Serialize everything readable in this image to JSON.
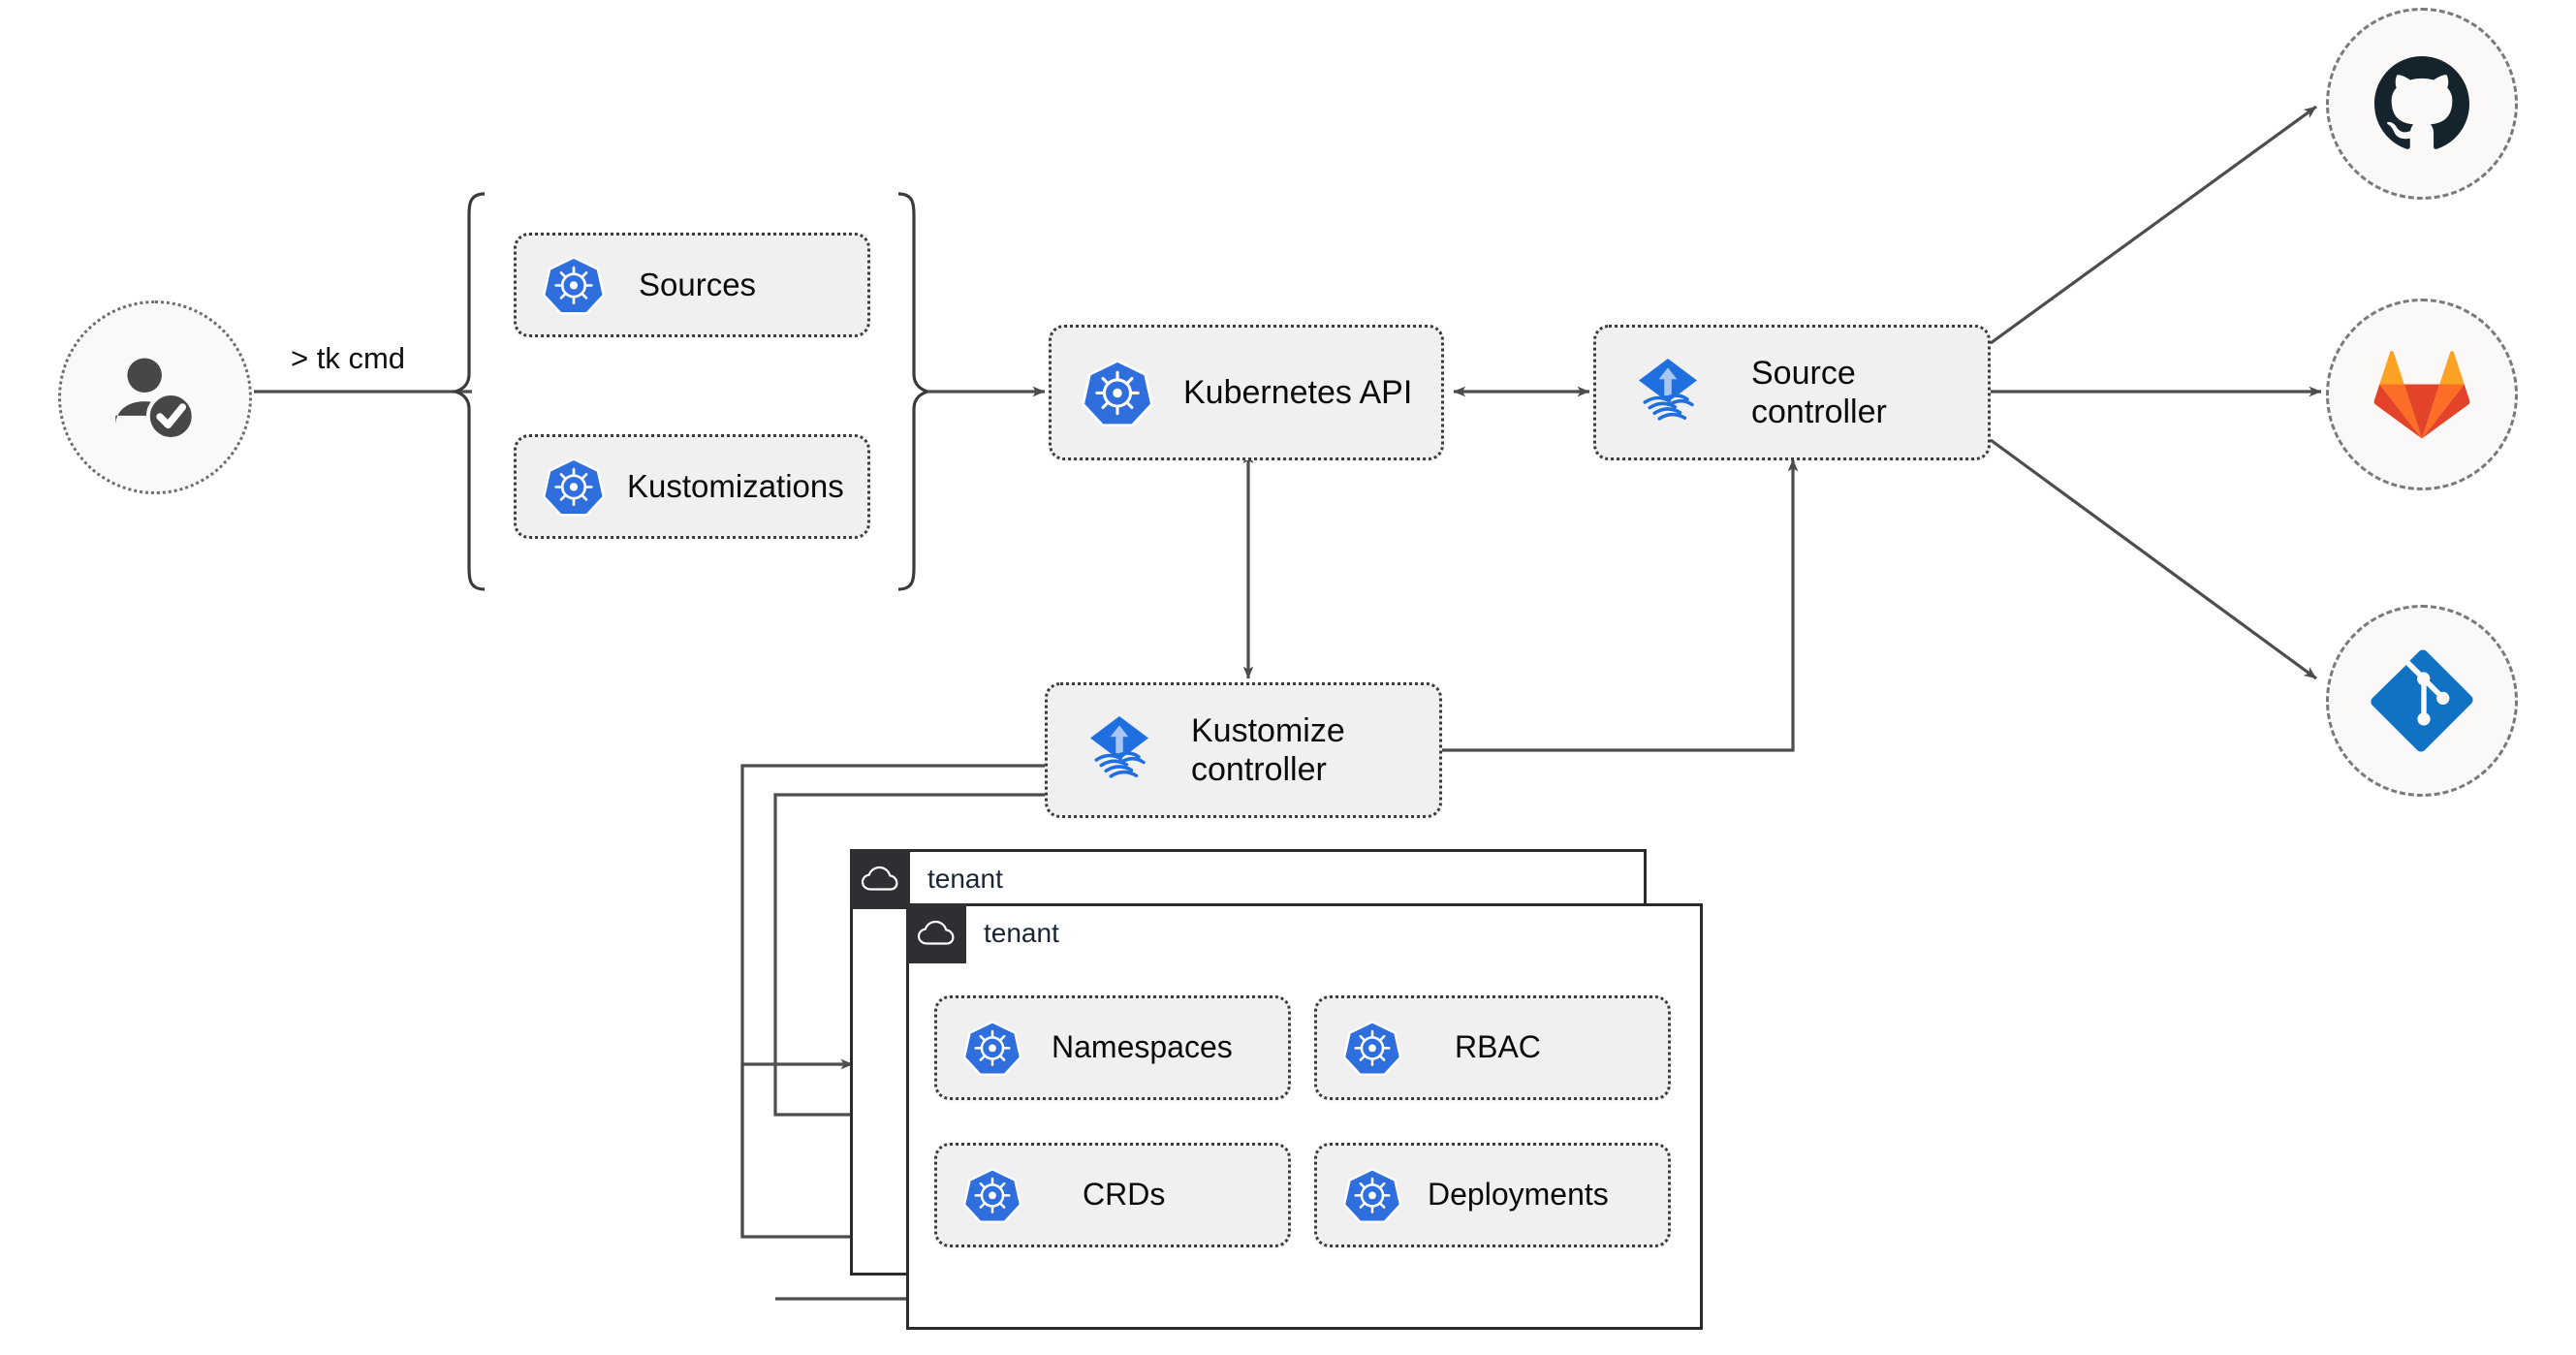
{
  "diagram": {
    "title": "Flux GitOps multi-tenancy architecture",
    "background": "#ffffff",
    "line_color": "#4d4d4d",
    "node_fill": "#f0f0f0",
    "node_border": "#3b3b3b",
    "k8s_blue": "#2f6fdd",
    "flux_blue": "#1f6fe0",
    "flux_arrow": "#a8c6f0",
    "github_dark": "#15232d",
    "gitlab_red": "#e24329",
    "gitlab_orange": "#fc6d26",
    "gitlab_amber": "#fca326",
    "git_blue": "#0f72c4",
    "tenant_header_bg": "#2e2e33"
  },
  "actor": {
    "name": "authenticated-user",
    "icon": "user-check-icon",
    "command_label": "> tk cmd"
  },
  "manifest_group": {
    "brace_left": "{",
    "brace_right": "}",
    "items": [
      {
        "label": "Sources",
        "icon": "kubernetes-icon"
      },
      {
        "label": "Kustomizations",
        "icon": "kubernetes-icon"
      }
    ]
  },
  "cluster": {
    "api": {
      "label": "Kubernetes API",
      "icon": "kubernetes-icon"
    },
    "controllers": [
      {
        "label": "Source\ncontroller",
        "icon": "flux-icon"
      },
      {
        "label": "Kustomize\ncontroller",
        "icon": "flux-icon"
      }
    ]
  },
  "git_providers": [
    {
      "name": "github",
      "icon": "github-icon"
    },
    {
      "name": "gitlab",
      "icon": "gitlab-icon"
    },
    {
      "name": "git",
      "icon": "git-icon"
    }
  ],
  "tenants": [
    {
      "name": "tenant",
      "icon": "cloud-icon",
      "resources": []
    },
    {
      "name": "tenant",
      "icon": "cloud-icon",
      "resources": [
        {
          "label": "Namespaces",
          "icon": "kubernetes-icon"
        },
        {
          "label": "RBAC",
          "icon": "kubernetes-icon"
        },
        {
          "label": "CRDs",
          "icon": "kubernetes-icon"
        },
        {
          "label": "Deployments",
          "icon": "kubernetes-icon"
        }
      ]
    }
  ],
  "connections": [
    {
      "from": "authenticated-user",
      "to": "manifest-group",
      "style": "plain"
    },
    {
      "from": "manifest-group",
      "to": "kubernetes-api",
      "style": "arrow"
    },
    {
      "from": "kubernetes-api",
      "to": "source-controller",
      "style": "double-arrow"
    },
    {
      "from": "kubernetes-api",
      "to": "kustomize-controller",
      "style": "double-arrow"
    },
    {
      "from": "kustomize-controller",
      "to": "source-controller",
      "style": "arrow"
    },
    {
      "from": "source-controller",
      "to": "github",
      "style": "arrow"
    },
    {
      "from": "source-controller",
      "to": "gitlab",
      "style": "arrow"
    },
    {
      "from": "source-controller",
      "to": "git",
      "style": "arrow"
    },
    {
      "from": "kustomize-controller",
      "to": "tenant-1",
      "style": "arrow"
    },
    {
      "from": "kustomize-controller",
      "to": "tenant-2",
      "style": "arrow"
    }
  ]
}
